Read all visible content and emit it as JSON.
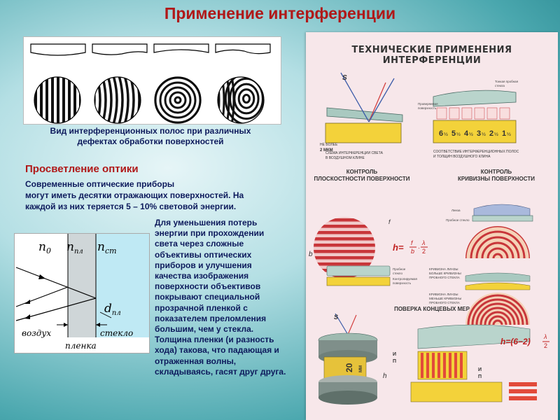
{
  "slide": {
    "title": "Применение интерференции",
    "fringe_caption_line1": "Вид интерференционных полос при различных",
    "fringe_caption_line2": "дефектах обработки поверхностей",
    "section_title": "Просветление оптики",
    "intro_line1": "Современные оптические приборы",
    "intro_line2": "могут иметь десятки отражающих поверхностей. На",
    "intro_line3": "каждой из них теряется  5 – 10% световой энергии.",
    "body_lines": [
      "Для уменьшения потерь",
      "энергии при прохождении",
      "света через сложные",
      "объективы оптических",
      "приборов и улучшения",
      "качества изображения",
      "поверхности объективов",
      "покрывают специальной",
      "прозрачной пленкой с",
      "показателем преломления",
      "большим, чем у стекла.",
      "Толщина пленки (и разность",
      "хода) такова, что падающая и",
      "отраженная волны,",
      "складываясь, гасят друг друга."
    ]
  },
  "diagram": {
    "n0": "n",
    "n0_sub": "0",
    "npl": "n",
    "npl_sub": "пл",
    "nst": "n",
    "nst_sub": "ст",
    "d": "d",
    "d_sub": "пл",
    "air": "воздух",
    "glass": "стекло",
    "film": "пленка"
  },
  "poster": {
    "title": "ТЕХНИЧЕСКИЕ ПРИМЕНЕНИЯ ИНТЕРФЕРЕНЦИИ",
    "scheme_caption_1": "СХЕМА ИНТЕРФЕРЕНЦИИ СВЕТА",
    "scheme_caption_2": "В ВОЗДУШНОМ КЛИНЕ",
    "corr_caption_1": "СООТВЕТСТВИЕ ИНТЕРФЕРЕНЦИОННЫХ ПОЛОС",
    "corr_caption_2": "И ТОЛЩИН ВОЗДУШНОГО КЛИНА",
    "ne_bolee": "НЕ БОЛЕЕ",
    "two_mkm": "2 МКМ",
    "s_label": "S",
    "flatness_1": "КОНТРОЛЬ",
    "flatness_2": "ПЛОСКОСТНОСТИ ПОВЕРХНОСТИ",
    "curvature_1": "КОНТРОЛЬ",
    "curvature_2": "КРИВИЗНЫ ПОВЕРХНОСТИ",
    "b_label": "b",
    "h_label": "h",
    "f_label": "f",
    "formula_h": "h=",
    "formula_f": "f",
    "formula_b": "b",
    "formula_dot": "·",
    "formula_lambda": "λ",
    "formula_2": "2",
    "fractions": [
      "6",
      "5",
      "4",
      "3",
      "2",
      "1"
    ],
    "half": "½",
    "gauge_title": "ПОВЕРКА КОНЦЕВЫХ МЕР",
    "gauge_20": "20",
    "gauge_mm": "ММ",
    "formula2_h": "h=(6−2)",
    "formula2_lambda": "λ",
    "formula2_2": "2",
    "letters_i": "И",
    "letters_p": "П",
    "small_thin_plate_1": "Тонкая пробная",
    "small_thin_plate_2": "стекла",
    "small_test_surface_1": "Проверяемая",
    "small_test_surface_2": "поверхность",
    "small_lens": "Линза",
    "small_test_glass": "Пробное стекло",
    "small_curv_1a": "КРИВИЗНА ЛИНЗЫ",
    "small_curv_1b": "БОЛЬШЕ КРИВИЗНЫ",
    "small_curv_1c": "ПРОБНОГО СТЕКЛА",
    "small_curv_2a": "КРИВИЗНА ЛИНЗЫ",
    "small_curv_2b": "МЕНЬШЕ КРИВИЗНЫ",
    "small_curv_2c": "ПРОБНОГО СТЕКЛА",
    "small_probe_1": "Пробное",
    "small_probe_2": "стекло",
    "small_controlled_1": "Контролируемая",
    "small_controlled_2": "поверхность"
  },
  "colors": {
    "title_red": "#b01818",
    "text_navy": "#0d1a5c",
    "poster_bg": "#f7e7ea",
    "yellow_block": "#f3d23a",
    "fringe_red": "#c8363a"
  }
}
